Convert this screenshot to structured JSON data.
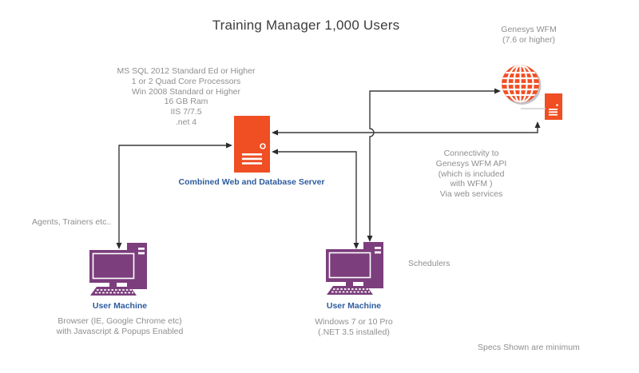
{
  "title": "Training Manager 1,000 Users",
  "footnote": "Specs Shown are minimum",
  "colors": {
    "icon_orange": "#F04E23",
    "icon_purple": "#7C3E7C",
    "label_blue": "#2E5B9E",
    "note_gray": "#8F8F8F",
    "connector_dark": "#3A3A3A",
    "globe_rim_gray": "#C4C4C8"
  },
  "server": {
    "label": "Combined Web and Database Server",
    "icon": "server-tower-icon",
    "specs": [
      "MS SQL 2012 Standard Ed or Higher",
      "1 or 2 Quad Core Processors",
      "Win 2008 Standard or Higher",
      "16 GB Ram",
      "IIS 7/7.5",
      ".net 4"
    ]
  },
  "wfm": {
    "name": "Genesys WFM",
    "version": "(7.6 or higher)",
    "icons": [
      "globe-icon",
      "server-small-icon"
    ],
    "api_note": [
      "Connectivity to",
      "Genesys WFM  API",
      "(which is included",
      "with WFM )",
      "Via web services"
    ]
  },
  "machines": {
    "left": {
      "label": "User Machine",
      "users": "Agents, Trainers etc..",
      "icon": "desktop-computer-icon",
      "notes": [
        "Browser (IE, Google Chrome etc)",
        "with Javascript & Popups Enabled"
      ]
    },
    "right": {
      "label": "User Machine",
      "users": "Schedulers",
      "icon": "desktop-computer-icon",
      "notes": [
        "Windows 7 or 10 Pro",
        "(.NET 3.5 installed)"
      ]
    }
  }
}
